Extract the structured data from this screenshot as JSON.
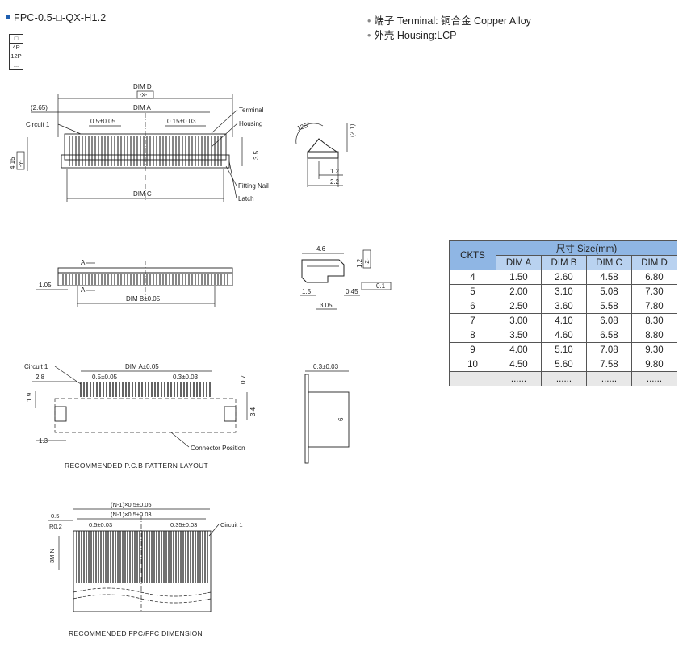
{
  "header": {
    "part_number": "FPC-0.5-□-QX-H1.2",
    "pin_options": [
      "□",
      "4P",
      "12P",
      "..."
    ]
  },
  "specs": [
    {
      "label": "端子 Terminal:",
      "value": "铜合金 Copper Alloy"
    },
    {
      "label": "外壳 Housing:",
      "value": "LCP"
    }
  ],
  "drawing_top": {
    "dim_d": "DIM D",
    "x_tag": "-X-",
    "dim_a": "DIM A",
    "dim_c": "DIM C",
    "offset_265": "(2.65)",
    "pitch_05": "0.5±0.05",
    "pitch_015": "0.15±0.03",
    "circuit1": "Circuit 1",
    "terminal": "Terminal",
    "housing": "Housing",
    "fitting_nail": "Fitting Nail",
    "latch": "Latch",
    "h415": "4.15",
    "y_tag": "-Y-",
    "h35": "3.5"
  },
  "drawing_side": {
    "angle": "125°",
    "d21": "(2.1)",
    "d12": "1.2",
    "d22": "2.2"
  },
  "drawing_mid": {
    "a_label": "A",
    "d105": "1.05",
    "dim_b": "DIM B±0.05"
  },
  "drawing_section": {
    "d46": "4.6",
    "d12": "1.2",
    "z_tag": "-Z-",
    "d15": "1.5",
    "d045": "0.45",
    "d305": "3.05",
    "flat": "0.1"
  },
  "pcb": {
    "circuit1": "Circuit 1",
    "dim_a": "DIM A±0.05",
    "d28": "2.8",
    "pitch_05": "0.5±0.05",
    "pitch_03": "0.3±0.03",
    "d07": "0.7",
    "d19": "1.9",
    "d34": "3.4",
    "d13": "1.3",
    "connector_position": "Connector Position",
    "caption": "RECOMMENDED P.C.B PATTERN LAYOUT"
  },
  "pcb_side": {
    "d03": "0.3±0.03",
    "d6": "6"
  },
  "fpc": {
    "n1_a": "(N-1)×0.5±0.05",
    "n1_b": "(N-1)×0.5±0.03",
    "d05": "0.5",
    "r02": "R0.2",
    "pitch_05": "0.5±0.03",
    "pitch_035": "0.35±0.03",
    "circuit1": "Circuit 1",
    "min3": "3MIN",
    "caption": "RECOMMENDED FPC/FFC DIMENSION"
  },
  "table": {
    "ckts_header": "CKTS",
    "size_header": "尺寸 Size(mm)",
    "columns": [
      "DIM A",
      "DIM B",
      "DIM C",
      "DIM D"
    ],
    "rows": [
      {
        "ckts": "4",
        "vals": [
          "1.50",
          "2.60",
          "4.58",
          "6.80"
        ]
      },
      {
        "ckts": "5",
        "vals": [
          "2.00",
          "3.10",
          "5.08",
          "7.30"
        ]
      },
      {
        "ckts": "6",
        "vals": [
          "2.50",
          "3.60",
          "5.58",
          "7.80"
        ]
      },
      {
        "ckts": "7",
        "vals": [
          "3.00",
          "4.10",
          "6.08",
          "8.30"
        ]
      },
      {
        "ckts": "8",
        "vals": [
          "3.50",
          "4.60",
          "6.58",
          "8.80"
        ]
      },
      {
        "ckts": "9",
        "vals": [
          "4.00",
          "5.10",
          "7.08",
          "9.30"
        ]
      },
      {
        "ckts": "10",
        "vals": [
          "4.50",
          "5.60",
          "7.58",
          "9.80"
        ]
      },
      {
        "ckts": "",
        "vals": [
          "......",
          "......",
          "......",
          "......"
        ]
      }
    ]
  }
}
